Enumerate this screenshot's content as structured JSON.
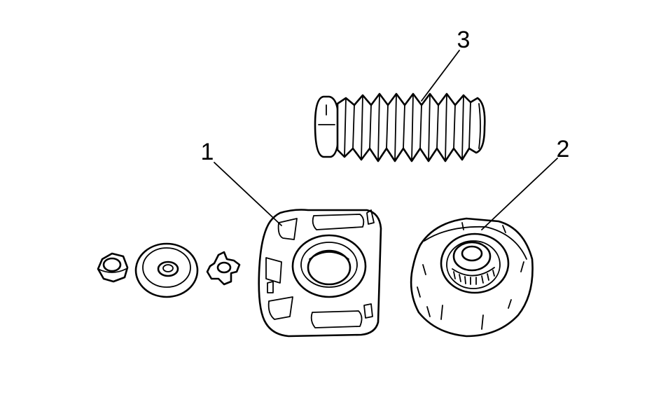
{
  "callouts": [
    {
      "id": "1",
      "label": "1"
    },
    {
      "id": "2",
      "label": "2"
    },
    {
      "id": "3",
      "label": "3"
    }
  ],
  "parts": [
    {
      "id": "1",
      "icon": "strut-top-mount-plate"
    },
    {
      "id": "2",
      "icon": "strut-bearing-mount"
    },
    {
      "id": "3",
      "icon": "dust-boot-bellows"
    },
    {
      "icon": "hex-nut"
    },
    {
      "icon": "washer-plate"
    },
    {
      "icon": "spider-bushing"
    }
  ],
  "colors": {
    "line": "#000000",
    "background": "#ffffff"
  }
}
